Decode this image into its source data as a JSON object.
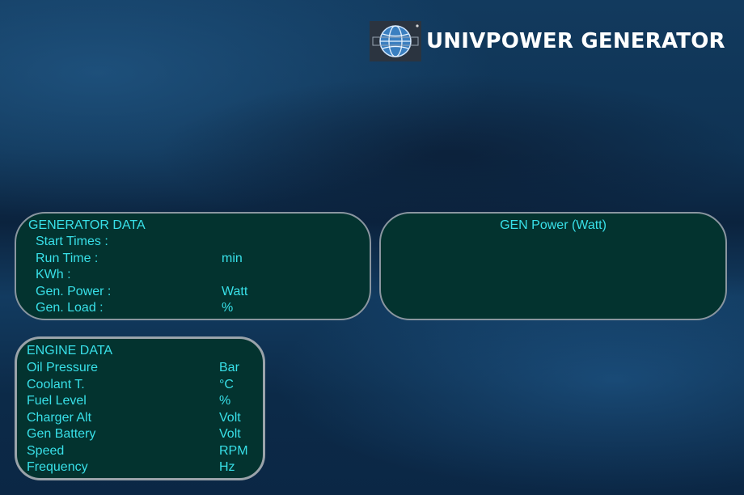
{
  "header": {
    "title": "UNIVPOWER GENERATOR",
    "logo_icon": "globe-icon"
  },
  "generator_panel": {
    "title": "GENERATOR DATA",
    "rows": [
      {
        "label": "Start Times :",
        "unit": ""
      },
      {
        "label": "Run Time :",
        "unit": "min"
      },
      {
        "label": "KWh :",
        "unit": ""
      },
      {
        "label": "Gen. Power :",
        "unit": "Watt"
      },
      {
        "label": "Gen. Load :",
        "unit": "%"
      }
    ]
  },
  "engine_panel": {
    "title": "ENGINE DATA",
    "rows": [
      {
        "label": "Oil Pressure",
        "unit": "Bar"
      },
      {
        "label": "Coolant T.",
        "unit": "°C"
      },
      {
        "label": "Fuel Level",
        "unit": "%"
      },
      {
        "label": "Charger Alt",
        "unit": "Volt"
      },
      {
        "label": "Gen Battery",
        "unit": "Volt"
      },
      {
        "label": "Speed",
        "unit": "RPM"
      },
      {
        "label": "Frequency",
        "unit": "Hz"
      }
    ]
  },
  "power_panel": {
    "title": "GEN Power (Watt)"
  },
  "colors": {
    "panel_bg": "#03332f",
    "panel_text": "#38e0e8",
    "panel_border": "#8a96a0",
    "title_text": "#ffffff"
  }
}
